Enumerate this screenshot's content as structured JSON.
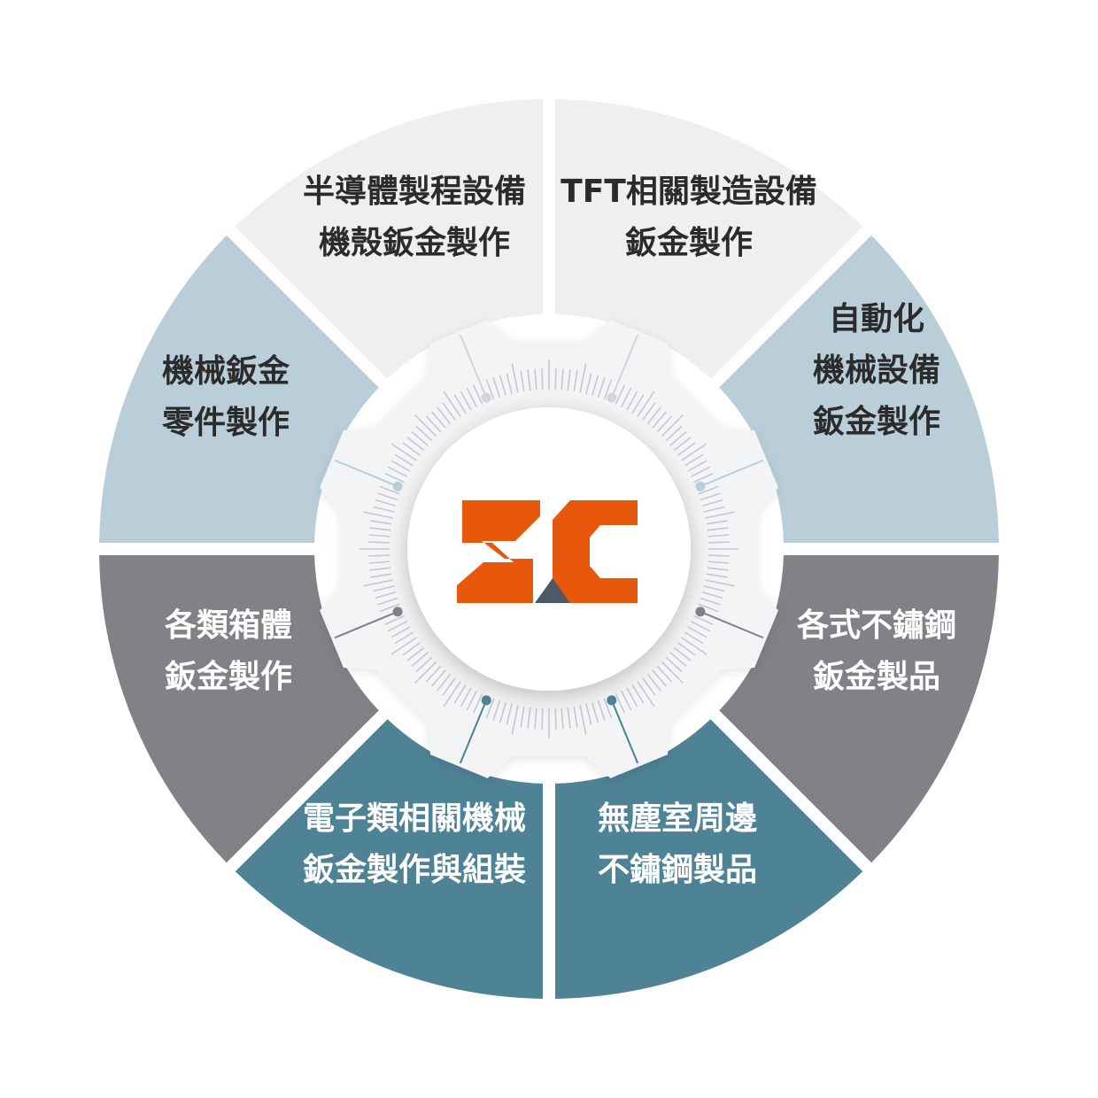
{
  "segments": [
    {
      "id": "tft",
      "lines": [
        "TFT相關製造設備",
        "鈑金製作"
      ],
      "fill": "#efefef",
      "text_color": "#2b2b2b"
    },
    {
      "id": "automation",
      "lines": [
        "自動化",
        "機械設備",
        "鈑金製作"
      ],
      "fill": "#b9ced9",
      "text_color": "#2b2b2b"
    },
    {
      "id": "stainless",
      "lines": [
        "各式不鏽鋼",
        "鈑金製品"
      ],
      "fill": "#828187",
      "text_color": "#ffffff"
    },
    {
      "id": "cleanroom",
      "lines": [
        "無塵室周邊",
        "不鏽鋼製品"
      ],
      "fill": "#4e8295",
      "text_color": "#ffffff"
    },
    {
      "id": "electronics",
      "lines": [
        "電子類相關機械",
        "鈑金製作與組裝"
      ],
      "fill": "#4e8295",
      "text_color": "#ffffff"
    },
    {
      "id": "cabinet",
      "lines": [
        "各類箱體",
        "鈑金製作"
      ],
      "fill": "#828187",
      "text_color": "#ffffff"
    },
    {
      "id": "parts",
      "lines": [
        "機械鈑金",
        "零件製作"
      ],
      "fill": "#b9ced9",
      "text_color": "#2b2b2b"
    },
    {
      "id": "semiconductor",
      "lines": [
        "半導體製程設備",
        "機殼鈑金製作"
      ],
      "fill": "#efefef",
      "text_color": "#2b2b2b"
    }
  ],
  "logo": {
    "icon": "sc-logo",
    "primary_color": "#e8580c",
    "accent_color": "#4c5a63"
  },
  "colors": {
    "gear": "#f3f4f5",
    "tick": "#c5c9cc",
    "hub": "#ffffff"
  }
}
